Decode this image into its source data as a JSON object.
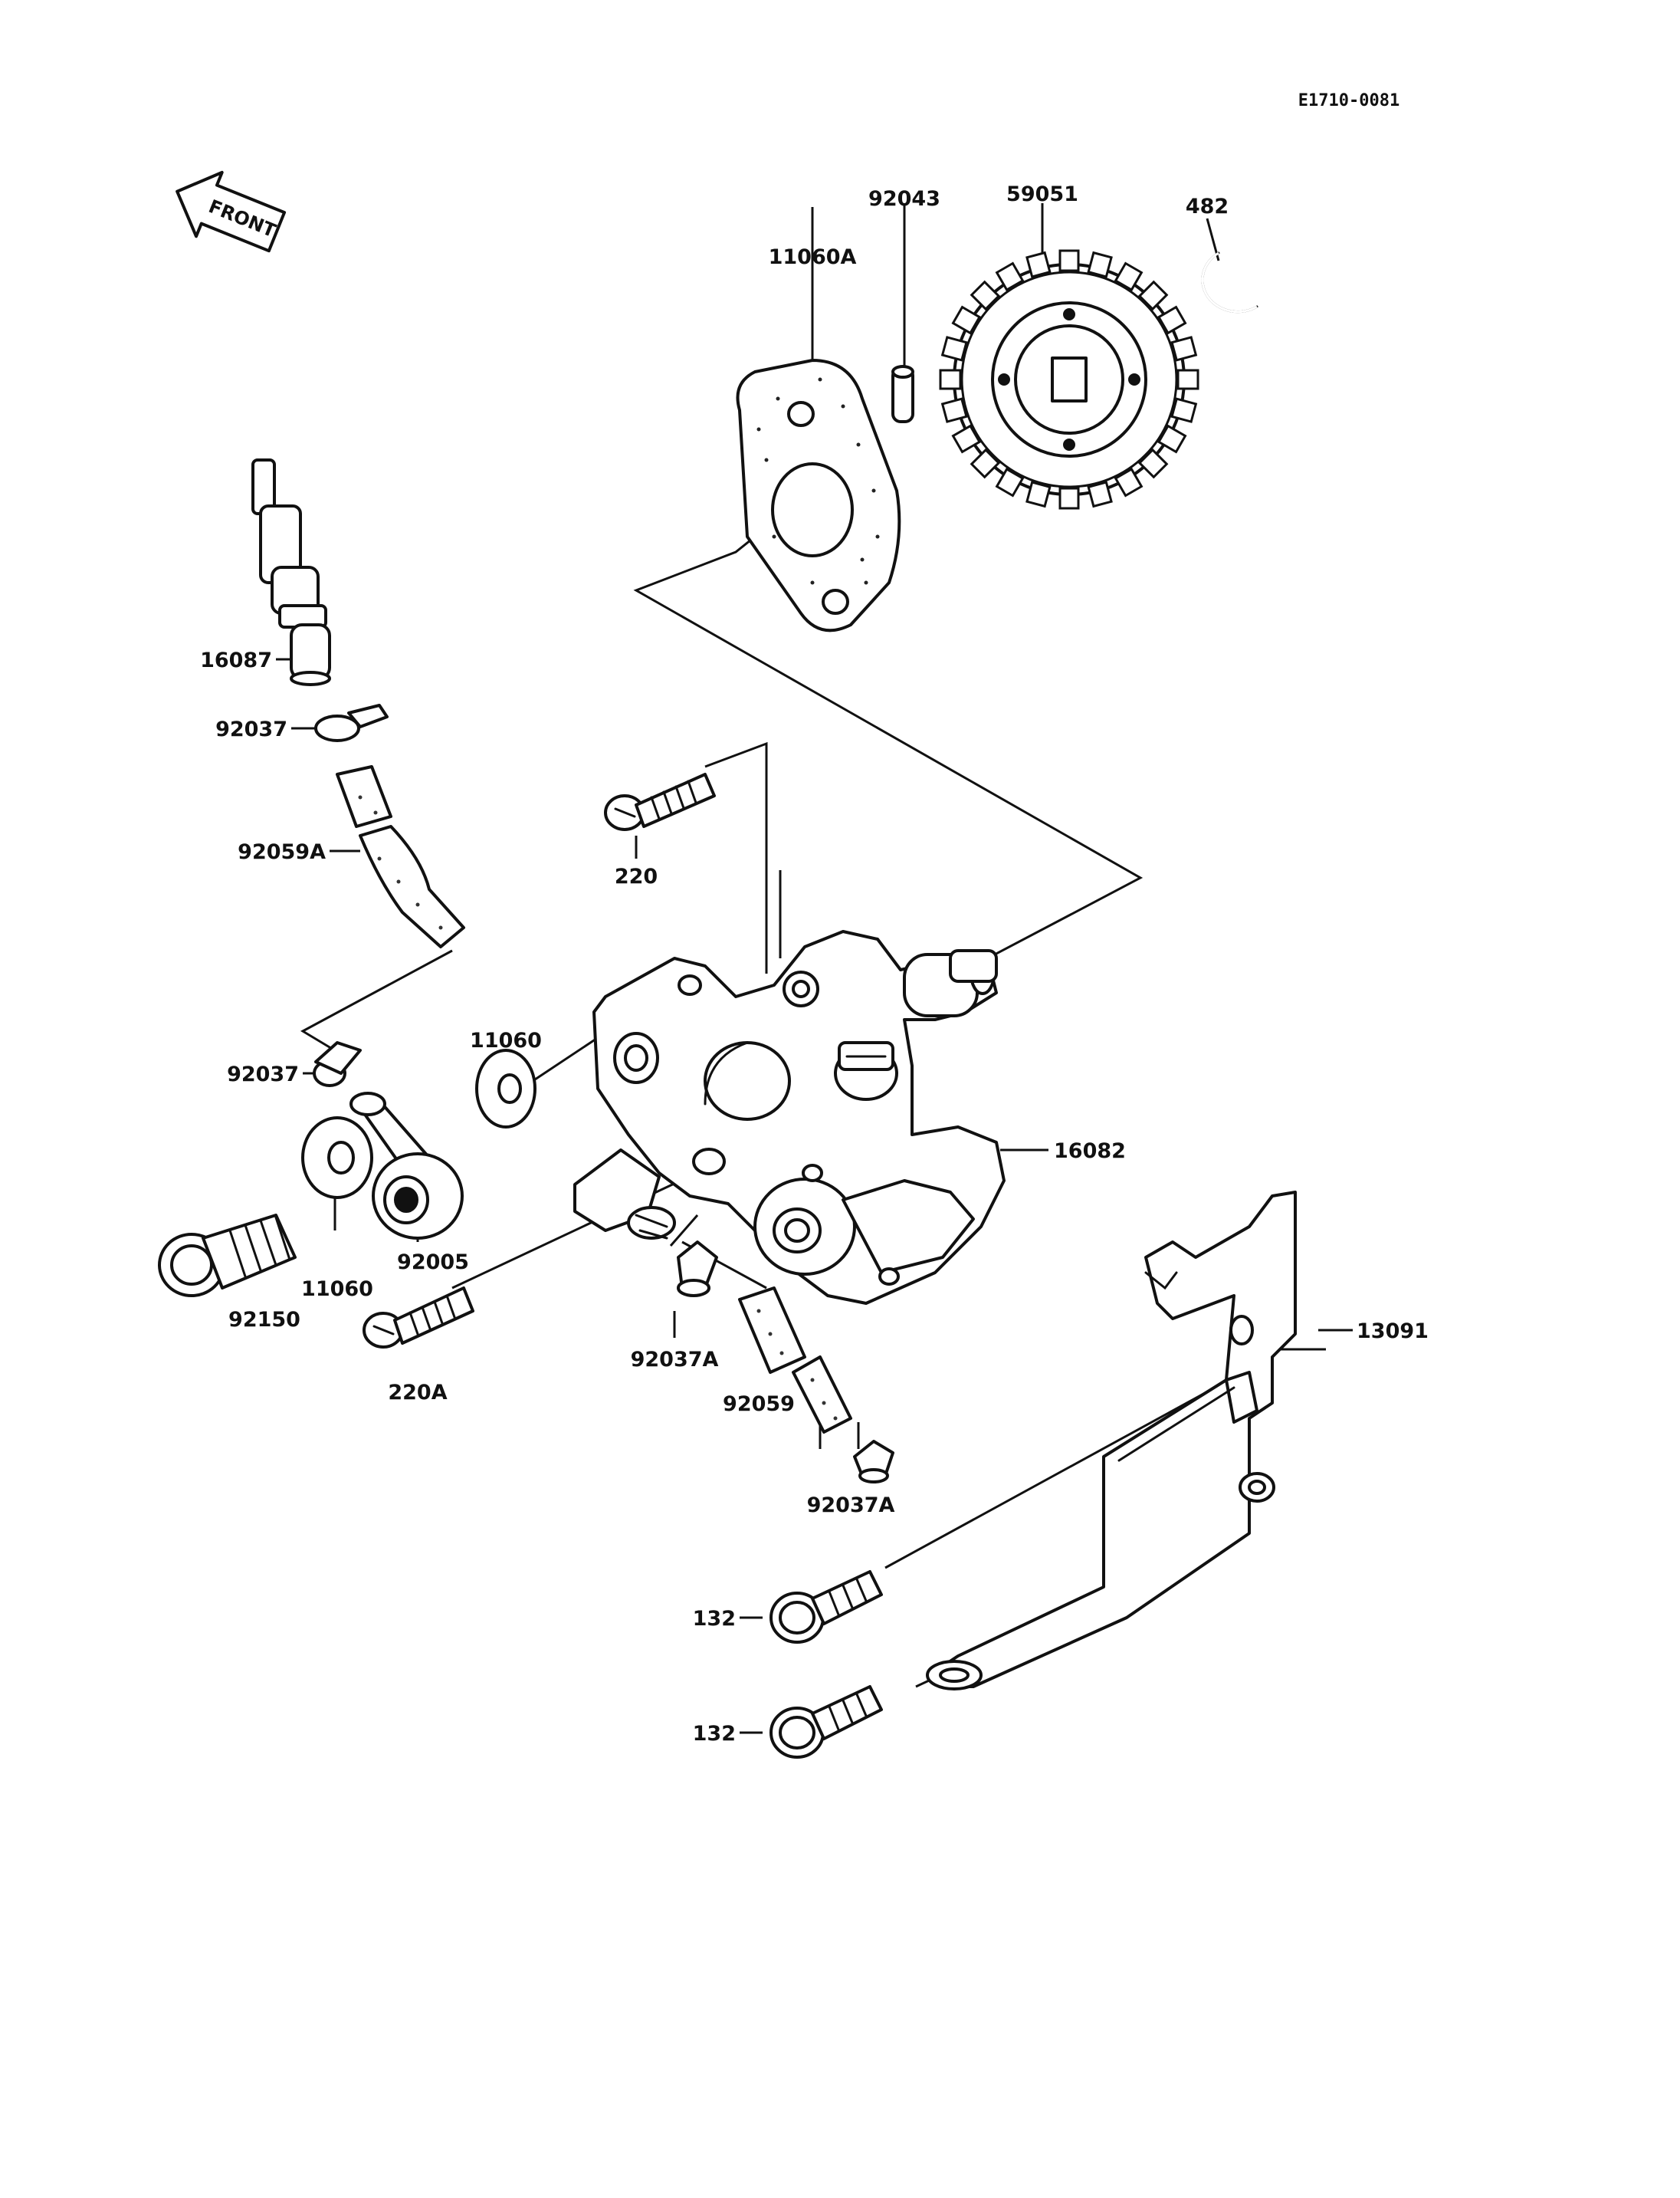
{
  "diagram_code": "E1710-0081",
  "front_label": "FRONT",
  "labels": {
    "gasket_11060a": "11060A",
    "pin_92043": "92043",
    "gear_59051": "59051",
    "circlip_482": "482",
    "fitting_16087": "16087",
    "clamp_92037_top": "92037",
    "hose_92059a": "92059A",
    "screw_220": "220",
    "clamp_92037_mid": "92037",
    "washer_11060_mid": "11060",
    "pump_16082": "16082",
    "banjo_92005": "92005",
    "washer_11060_low": "11060",
    "bolt_92150": "92150",
    "screw_220a": "220A",
    "clamp_92037a_mid": "92037A",
    "hose_92059": "92059",
    "clamp_92037a_low": "92037A",
    "bracket_13091": "13091",
    "bolt_132_upper": "132",
    "bolt_132_lower": "132"
  }
}
